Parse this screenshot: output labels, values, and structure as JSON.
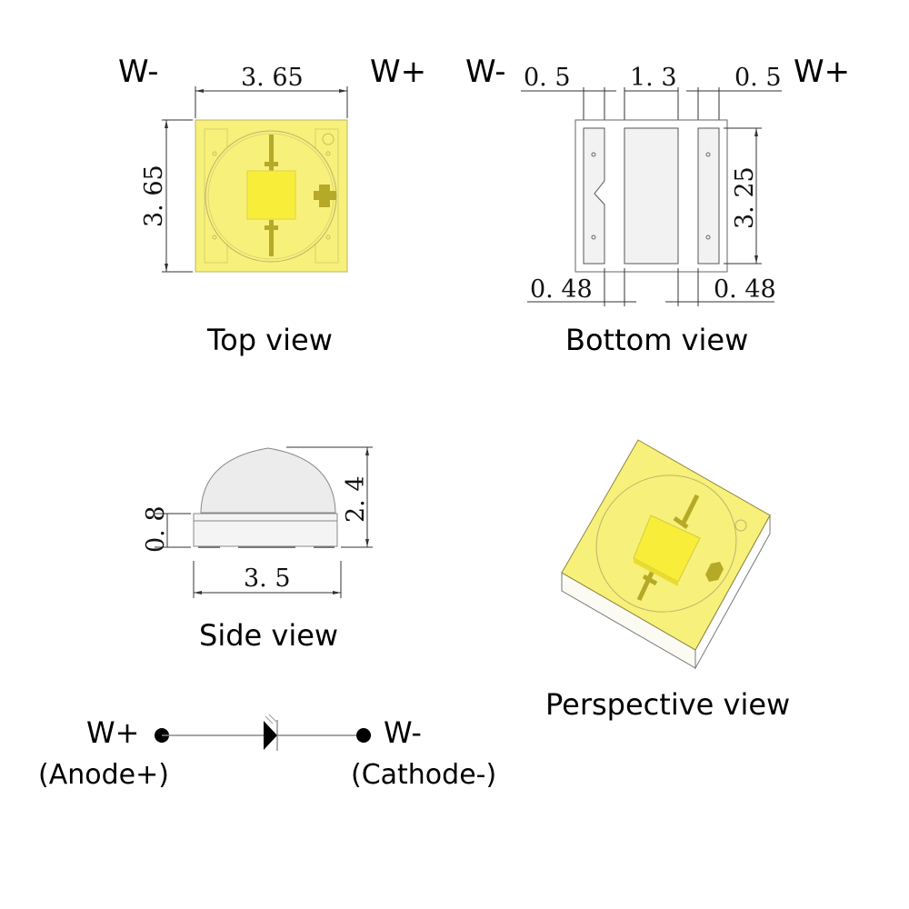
{
  "colors": {
    "phosphor": "#f7f07a",
    "die": "#f8ee3a",
    "trace": "#b5a928",
    "ceramic": "#f6f6f6",
    "line": "#555555"
  },
  "top_view": {
    "label_left": "W-",
    "label_right": "W+",
    "width_dim": "3. 65",
    "height_dim": "3. 65",
    "caption": "Top view"
  },
  "bottom_view": {
    "label_left": "W-",
    "label_right": "W+",
    "pad_left_dim": "0. 5",
    "center_pad_dim": "1. 3",
    "pad_right_dim": "0. 5",
    "height_dim": "3. 25",
    "gap_left_dim": "0. 48",
    "gap_right_dim": "0. 48",
    "caption": "Bottom view"
  },
  "side_view": {
    "base_height_dim": "0. 8",
    "total_height_dim": "2. 4",
    "width_dim": "3. 5",
    "caption": "Side view"
  },
  "perspective_view": {
    "caption": "Perspective view"
  },
  "schematic": {
    "anode_label": "W+",
    "anode_sub": "(Anode+)",
    "cathode_label": "W-",
    "cathode_sub": "(Cathode-)",
    "symbol": "led-diode-icon"
  }
}
